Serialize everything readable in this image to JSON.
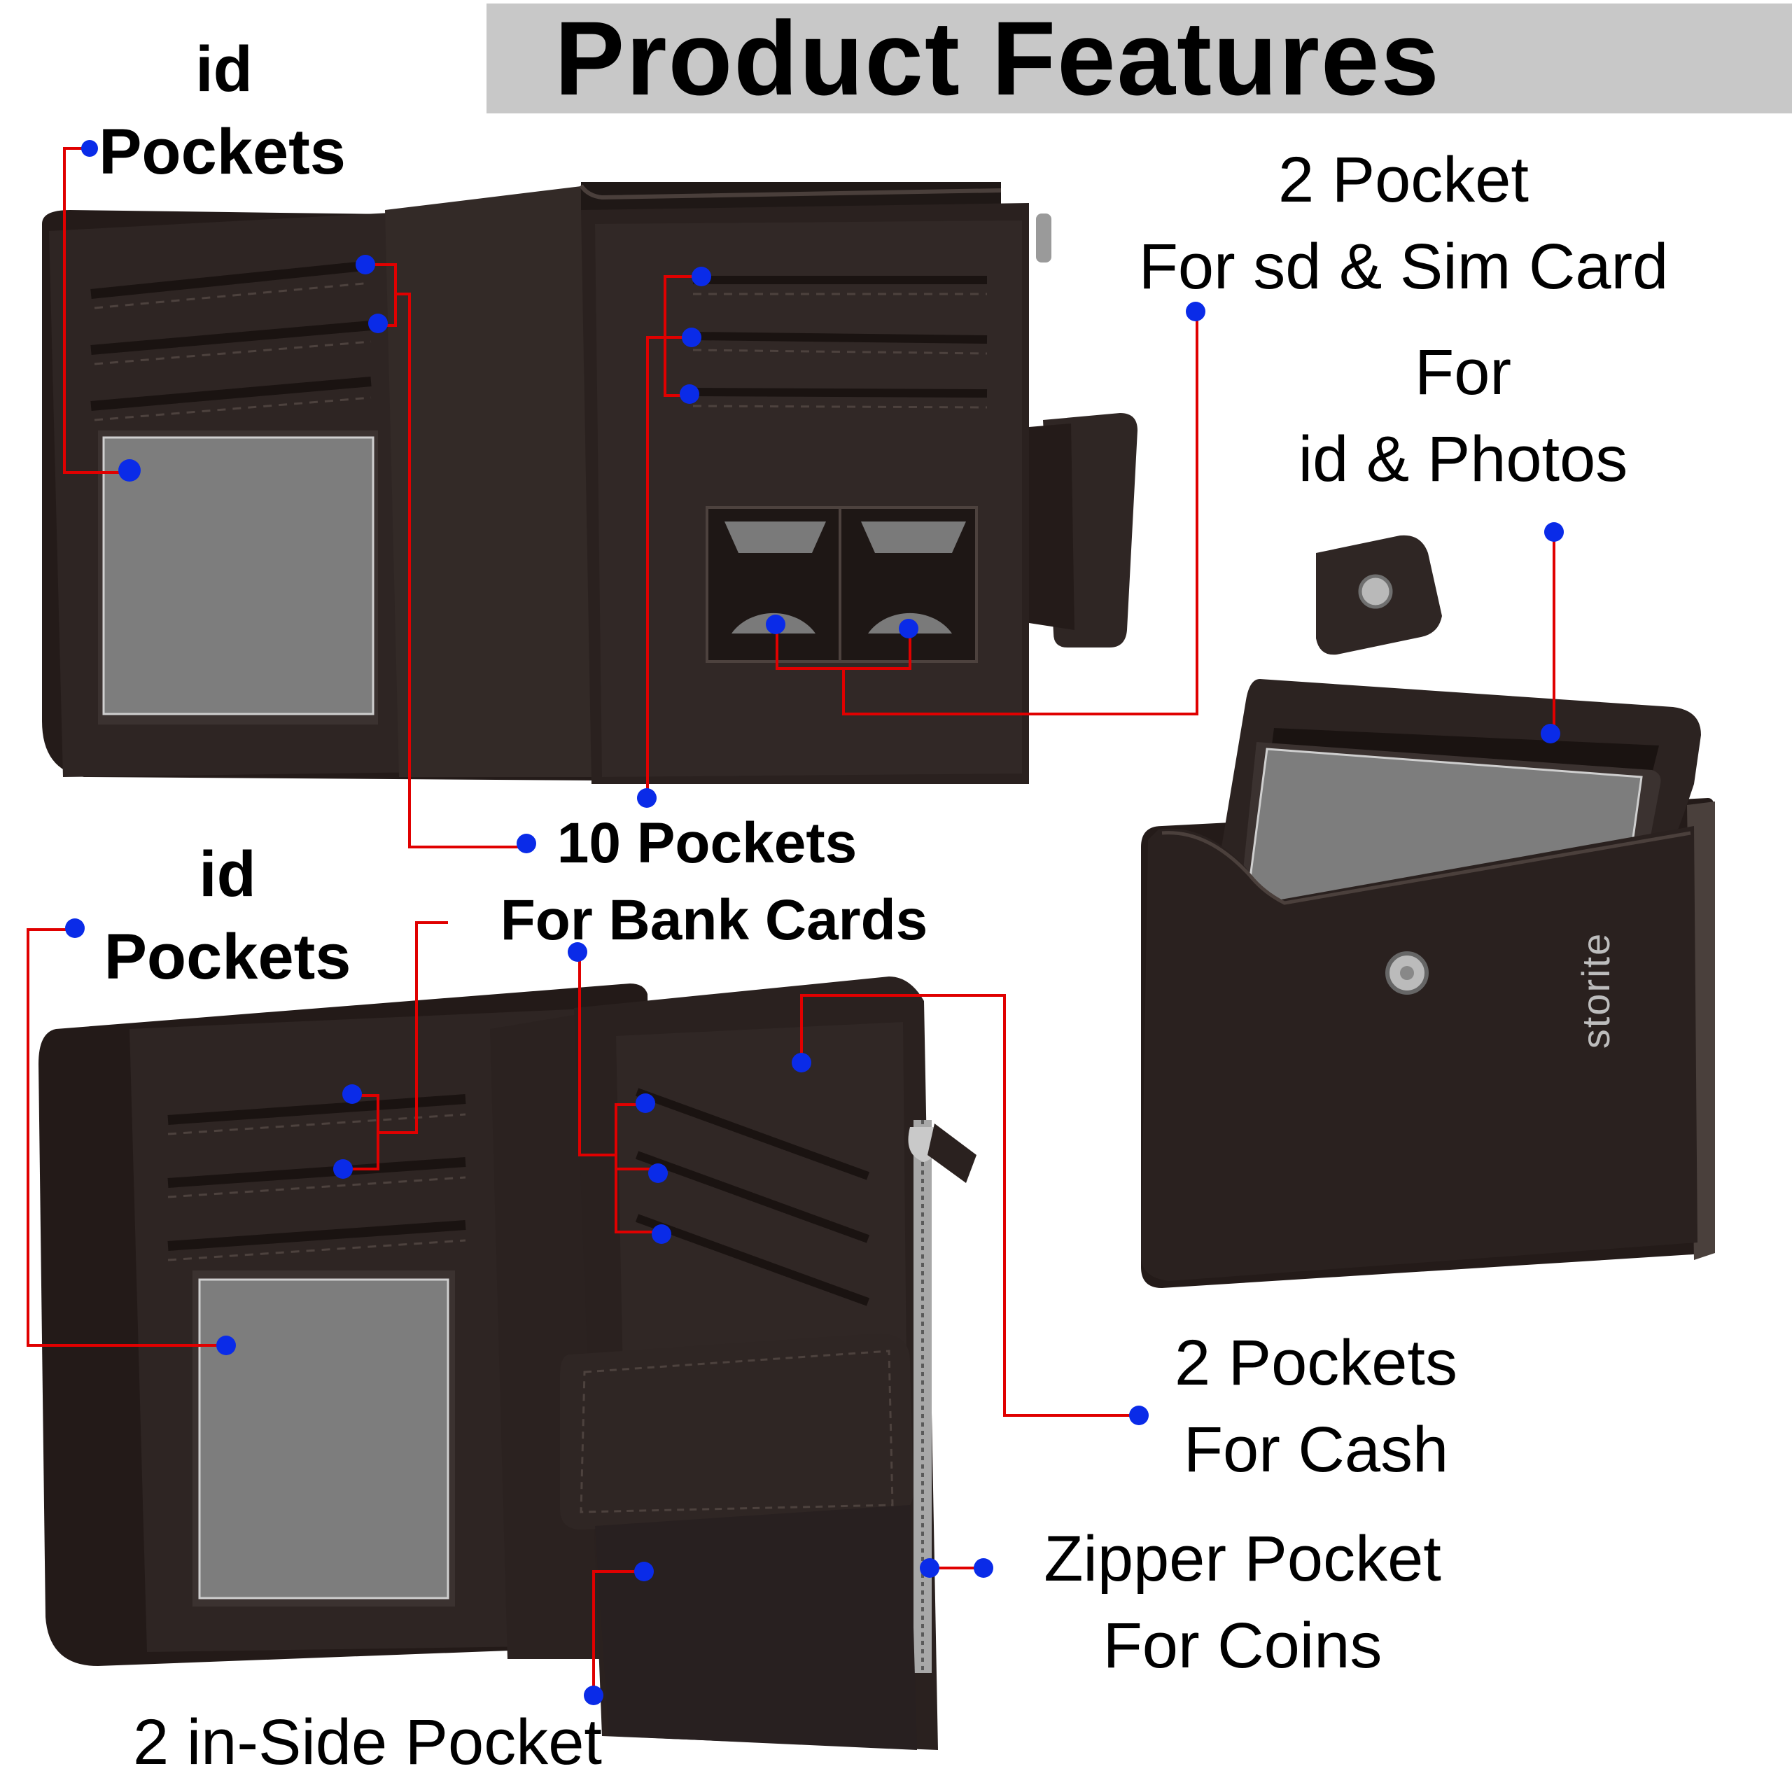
{
  "title": "Product Features",
  "labels": {
    "id_pockets_top": [
      "id",
      "Pockets"
    ],
    "sd_sim": [
      "2 Pocket",
      "For sd & Sim Card"
    ],
    "id_photos": [
      "For",
      "id & Photos"
    ],
    "bank_cards": [
      "10 Pockets",
      "For Bank Cards"
    ],
    "id_pockets_bottom": [
      "id",
      "Pockets"
    ],
    "cash": [
      "2 Pockets",
      "For Cash"
    ],
    "coins": [
      "Zipper Pocket",
      "For Coins"
    ],
    "inside": "2 in-Side Pocket"
  },
  "brand_logo": "storite",
  "colors": {
    "leather": "#2b2220",
    "leather_light": "#3a302c",
    "window": "#7d7d7d",
    "leader": "#e00000",
    "dot": "#0a2be8",
    "title_band": "#c8c8c8"
  }
}
